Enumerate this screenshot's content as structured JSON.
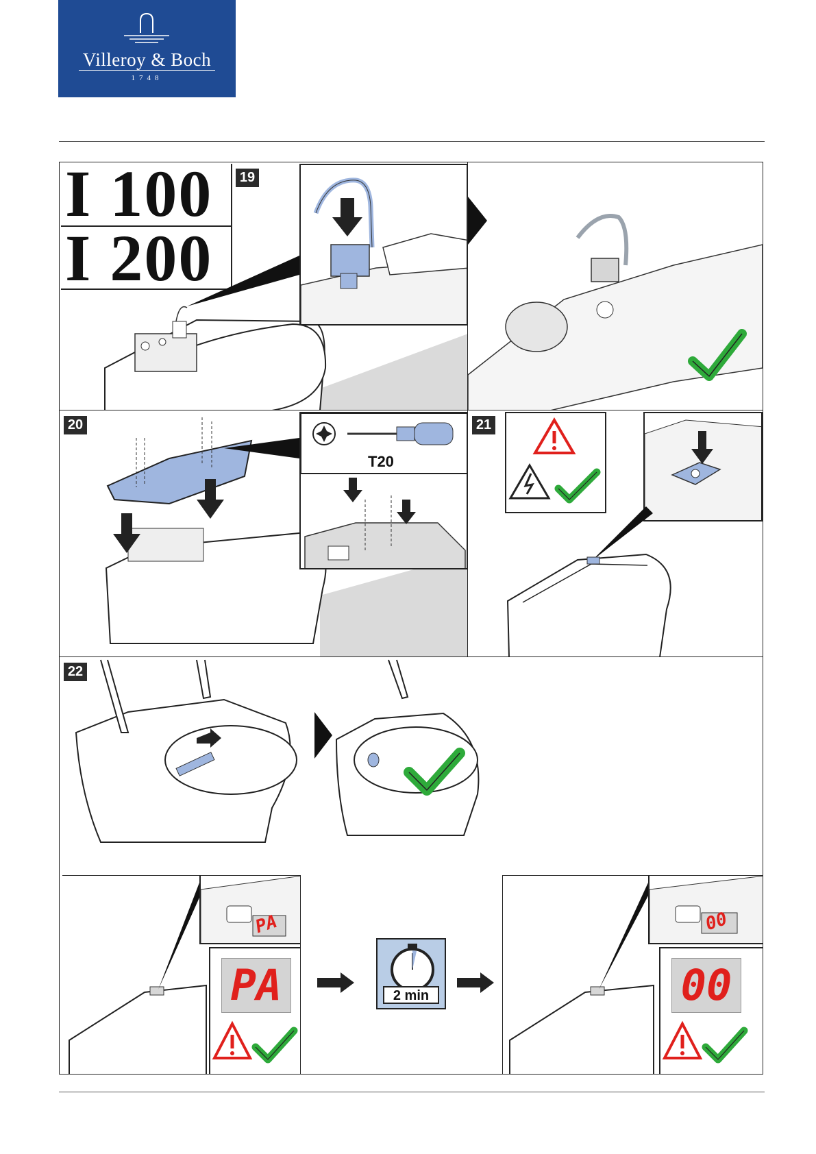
{
  "brand": {
    "name": "Villeroy & Boch",
    "year": "1748"
  },
  "steps": {
    "s19": "19",
    "s20": "20",
    "s21": "21",
    "s22": "22"
  },
  "models": {
    "first": "I 100",
    "second": "I 200"
  },
  "tool": {
    "label": "T20"
  },
  "displays": {
    "initial": "PA",
    "final": "00"
  },
  "timer": {
    "label": "2 min"
  },
  "colors": {
    "brand_blue": "#1f4b94",
    "check_green": "#2eaa3a",
    "warning_red": "#e0201c",
    "part_blue": "#9fb6df"
  },
  "icons": [
    "arrow-down-icon",
    "check-icon",
    "warning-icon",
    "electric-hazard-icon",
    "torx-bit-icon",
    "screwdriver-icon",
    "stopwatch-icon",
    "arrow-right-icon",
    "play-triangle-icon"
  ]
}
